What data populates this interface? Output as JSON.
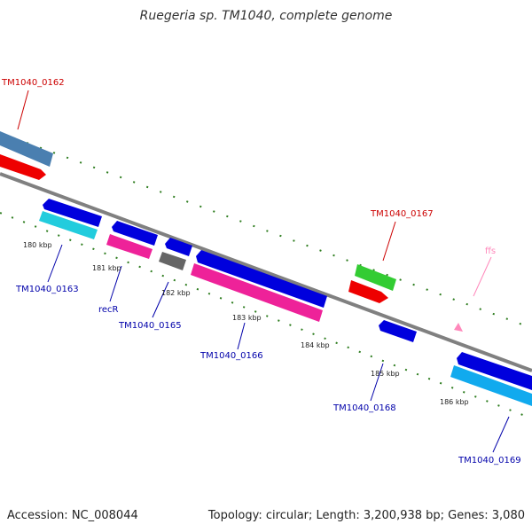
{
  "title": "Ruegeria sp. TM1040, complete genome",
  "footer": {
    "accession": "Accession: NC_008044",
    "summary": "Topology: circular; Length: 3,200,938 bp; Genes: 3,080"
  },
  "kbp_labels": [
    "180 kbp",
    "181 kbp",
    "182 kbp",
    "183 kbp",
    "184 kbp",
    "185 kbp",
    "186 kbp"
  ],
  "gene_labels": {
    "g0162": "TM1040_0162",
    "g0163": "TM1040_0163",
    "recR": "recR",
    "g0165": "TM1040_0165",
    "g0166": "TM1040_0166",
    "g0167": "TM1040_0167",
    "ffs": "ffs",
    "g0168": "TM1040_0168",
    "g0169": "TM1040_0169"
  },
  "colors": {
    "backbone": "#808080",
    "tick": "#2e7d1f",
    "label_red": "#cc0000",
    "label_blue": "#0000aa",
    "label_pink": "#ff88bb",
    "gene_blue": "#0000dd",
    "gene_red": "#ee0000",
    "gene_cyan": "#22ccdd",
    "gene_magenta": "#ee2299",
    "gene_green": "#33cc33",
    "gene_steel": "#4a7fb0",
    "gene_grey": "#666666",
    "gene_skyblue": "#11aaee"
  }
}
